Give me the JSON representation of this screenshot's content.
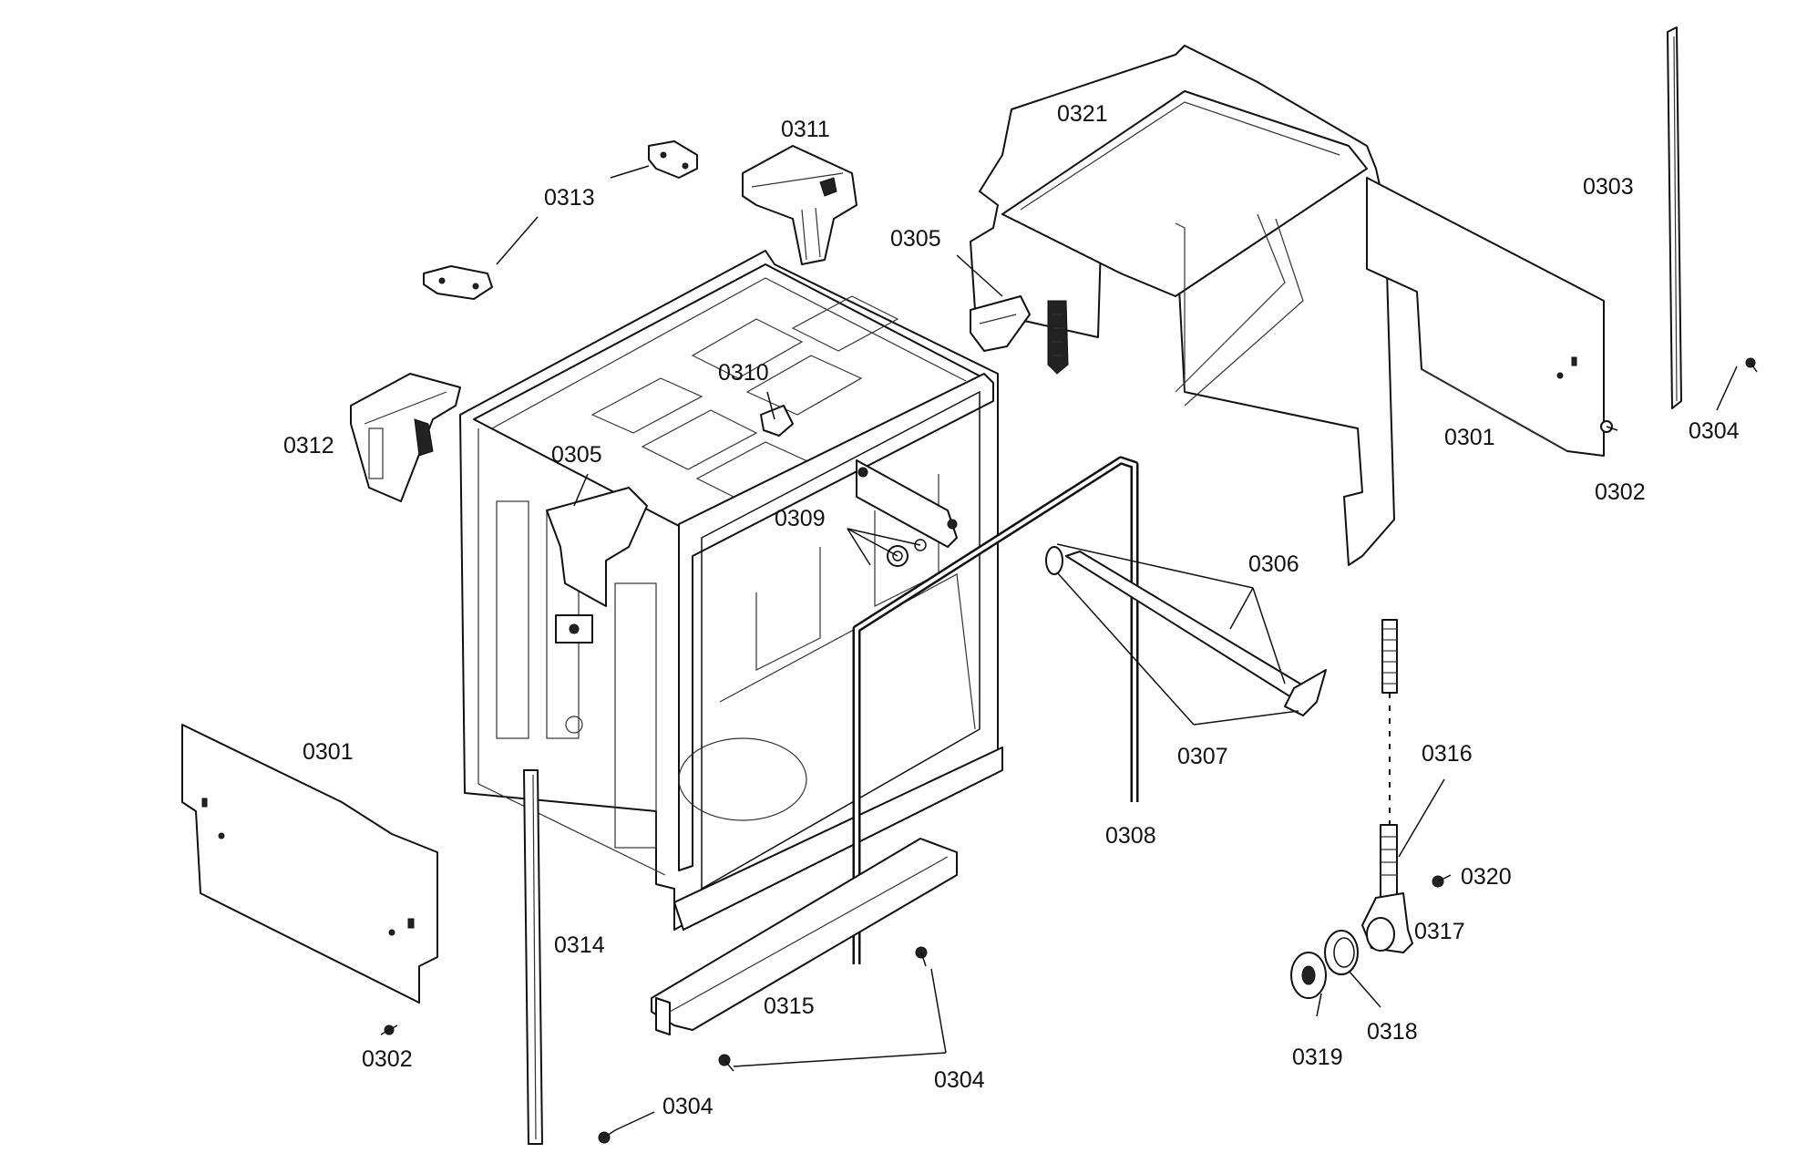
{
  "callouts": {
    "c0321": "0321",
    "c0311": "0311",
    "c0313": "0313",
    "c0305_top": "0305",
    "c0303": "0303",
    "c0310": "0310",
    "c0312": "0312",
    "c0305_mid": "0305",
    "c0301_right": "0301",
    "c0304_right": "0304",
    "c0302_right": "0302",
    "c0309": "0309",
    "c0306": "0306",
    "c0301_left": "0301",
    "c0307": "0307",
    "c0316": "0316",
    "c0308": "0308",
    "c0320": "0320",
    "c0317": "0317",
    "c0314": "0314",
    "c0315": "0315",
    "c0318": "0318",
    "c0302_left": "0302",
    "c0319": "0319",
    "c0304_bottom_center": "0304",
    "c0304_bottom_left": "0304"
  }
}
